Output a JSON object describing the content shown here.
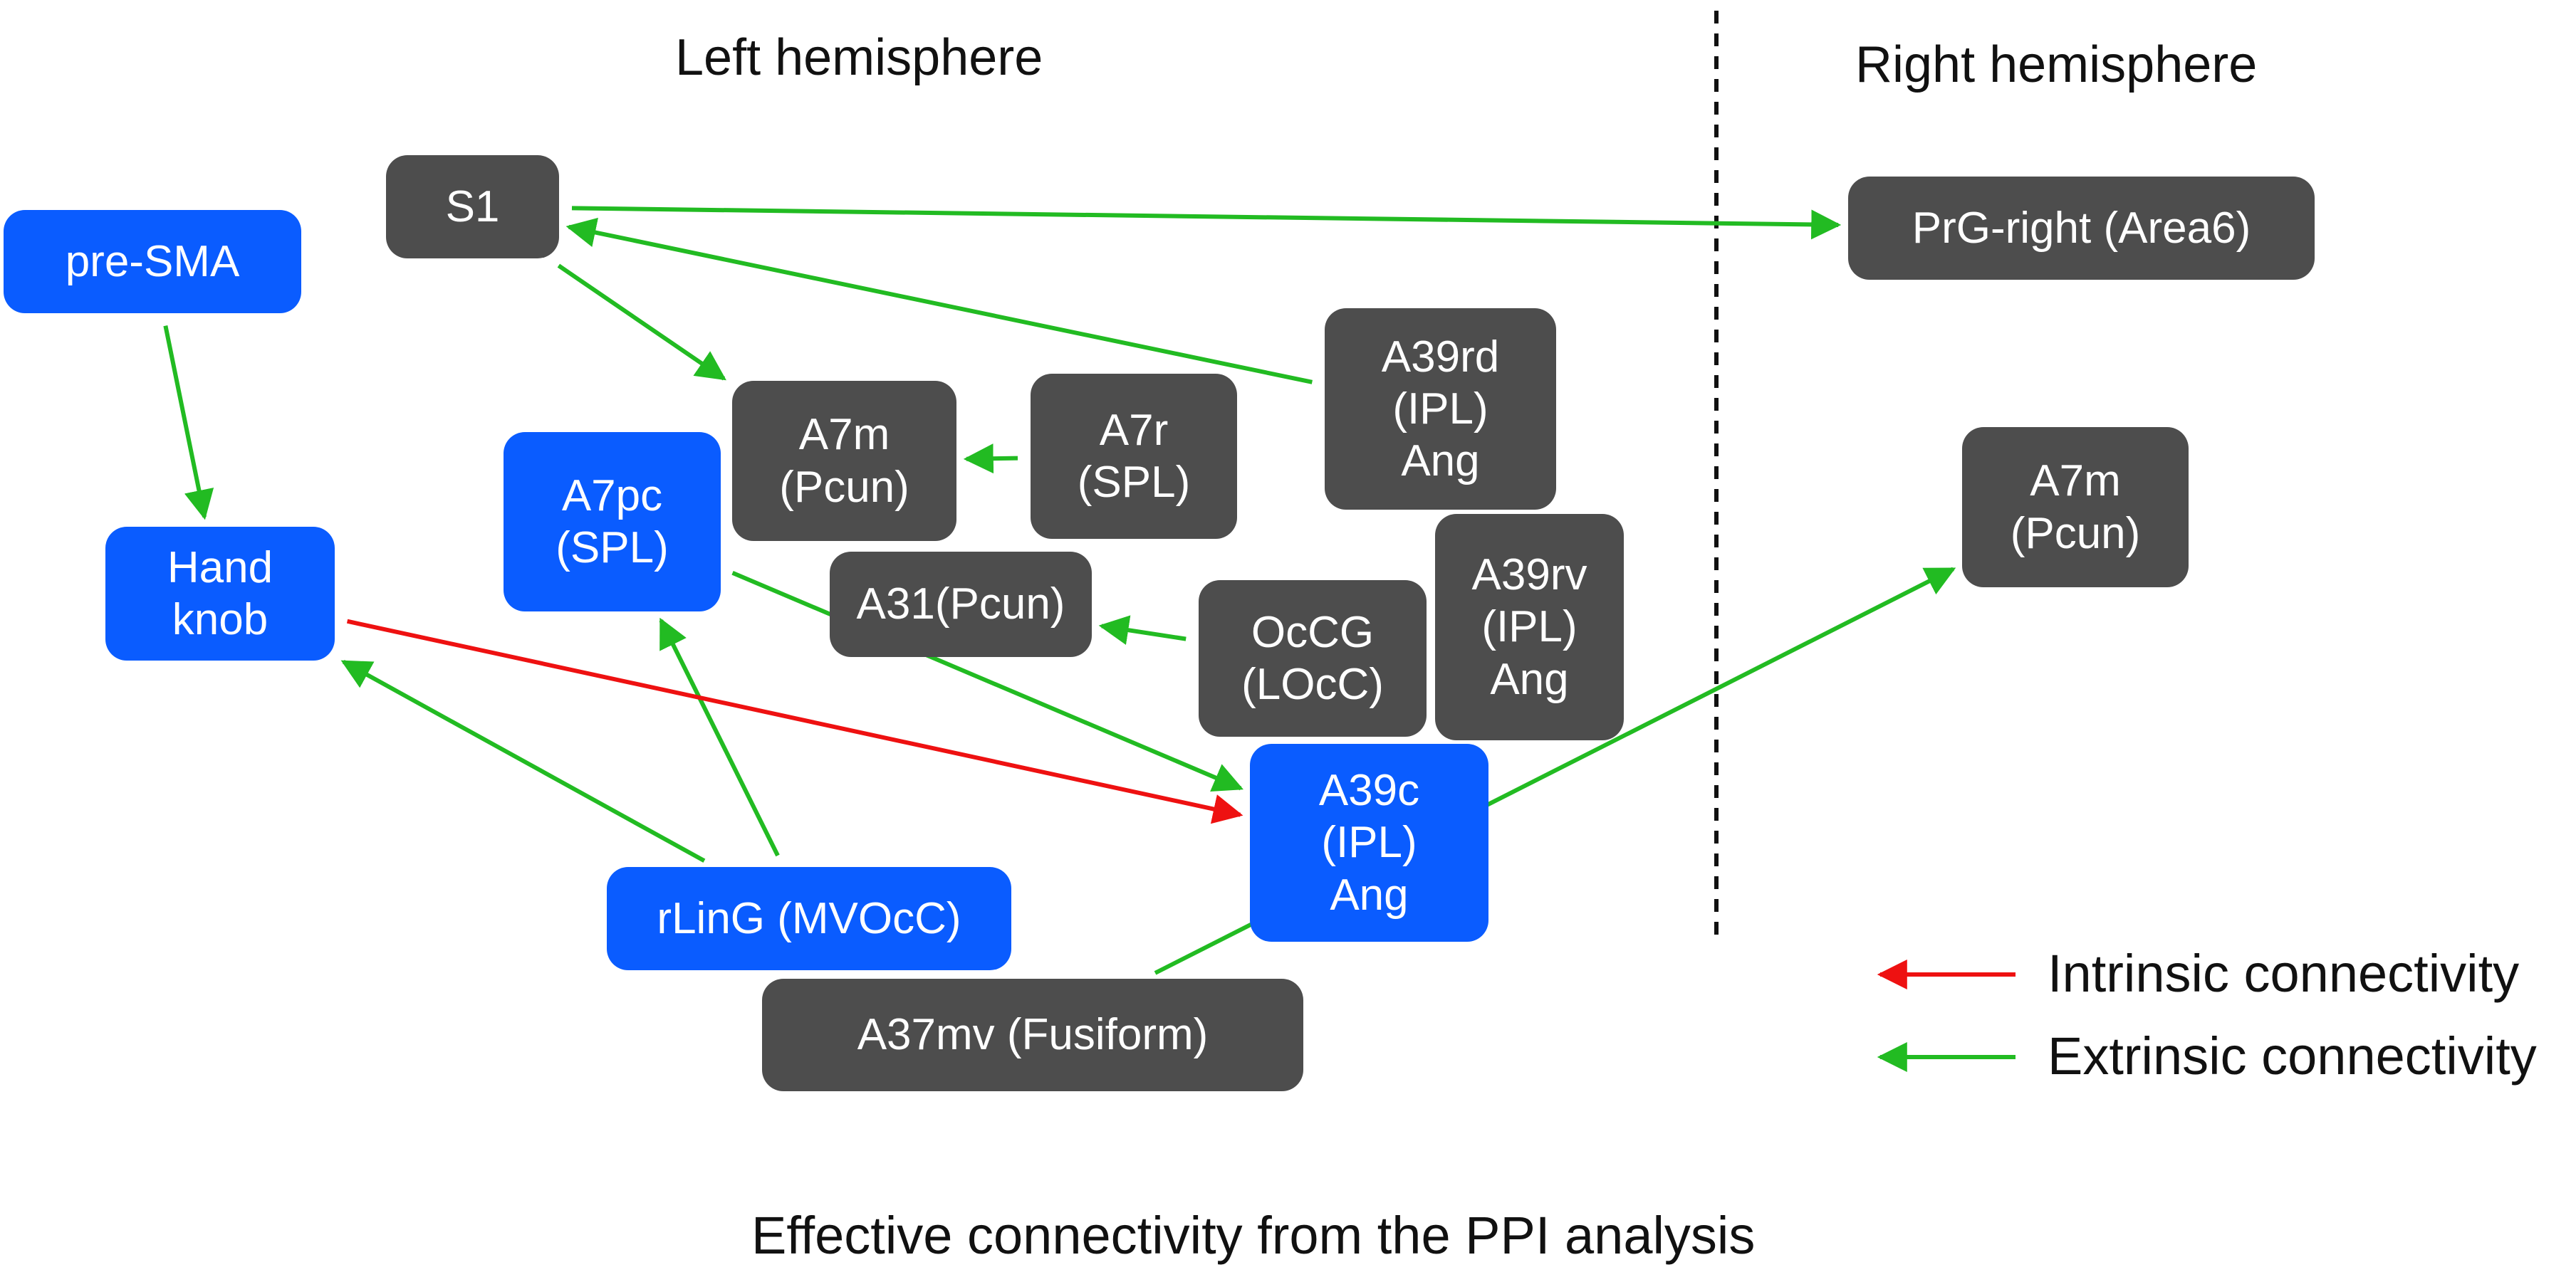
{
  "headings": {
    "left": "Left hemisphere",
    "right": "Right hemisphere",
    "caption": "Effective connectivity from the PPI analysis"
  },
  "colors": {
    "gray_node": "#4d4d4d",
    "blue_node": "#0a5cff",
    "intrinsic": "#ee1111",
    "extrinsic": "#22bb22"
  },
  "nodes": {
    "pre_sma": {
      "lines": [
        "pre-SMA"
      ],
      "color": "blue"
    },
    "hand_knob": {
      "lines": [
        "Hand",
        "knob"
      ],
      "color": "blue"
    },
    "s1": {
      "lines": [
        "S1"
      ],
      "color": "gray"
    },
    "a7m_left": {
      "lines": [
        "A7m",
        "(Pcun)"
      ],
      "color": "gray"
    },
    "a7r": {
      "lines": [
        "A7r",
        "(SPL)"
      ],
      "color": "gray"
    },
    "a7pc": {
      "lines": [
        "A7pc",
        "(SPL)"
      ],
      "color": "blue"
    },
    "a39rd": {
      "lines": [
        "A39rd",
        "(IPL)",
        "Ang"
      ],
      "color": "gray"
    },
    "a31": {
      "lines": [
        "A31(Pcun)"
      ],
      "color": "gray"
    },
    "occg": {
      "lines": [
        "OcCG",
        "(LOcC)"
      ],
      "color": "gray"
    },
    "a39rv": {
      "lines": [
        "A39rv",
        "(IPL)",
        "Ang"
      ],
      "color": "gray"
    },
    "a39c": {
      "lines": [
        "A39c",
        "(IPL)",
        "Ang"
      ],
      "color": "blue"
    },
    "rling": {
      "lines": [
        "rLinG (MVOcC)"
      ],
      "color": "blue"
    },
    "a37mv": {
      "lines": [
        "A37mv (Fusiform)"
      ],
      "color": "gray"
    },
    "prg_right": {
      "lines": [
        "PrG-right (Area6)"
      ],
      "color": "gray"
    },
    "a7m_right": {
      "lines": [
        "A7m",
        "(Pcun)"
      ],
      "color": "gray"
    }
  },
  "connections": [
    {
      "from": "pre_sma",
      "to": "hand_knob",
      "type": "extrinsic"
    },
    {
      "from": "s1",
      "to": "prg_right",
      "type": "extrinsic"
    },
    {
      "from": "a39rd",
      "to": "s1",
      "type": "extrinsic"
    },
    {
      "from": "s1",
      "to": "a7m_left",
      "type": "extrinsic"
    },
    {
      "from": "a7r",
      "to": "a7m_left",
      "type": "extrinsic"
    },
    {
      "from": "occg",
      "to": "a31",
      "type": "extrinsic"
    },
    {
      "from": "a7pc",
      "to": "a39c",
      "type": "extrinsic"
    },
    {
      "from": "rling",
      "to": "hand_knob",
      "type": "extrinsic"
    },
    {
      "from": "rling",
      "to": "a7pc",
      "type": "extrinsic"
    },
    {
      "from": "hand_knob",
      "to": "a39c",
      "type": "intrinsic"
    },
    {
      "from": "a37mv",
      "to": "a7m_right",
      "type": "extrinsic"
    }
  ],
  "legend": {
    "intrinsic": "Intrinsic connectivity",
    "extrinsic": "Extrinsic connectivity"
  }
}
